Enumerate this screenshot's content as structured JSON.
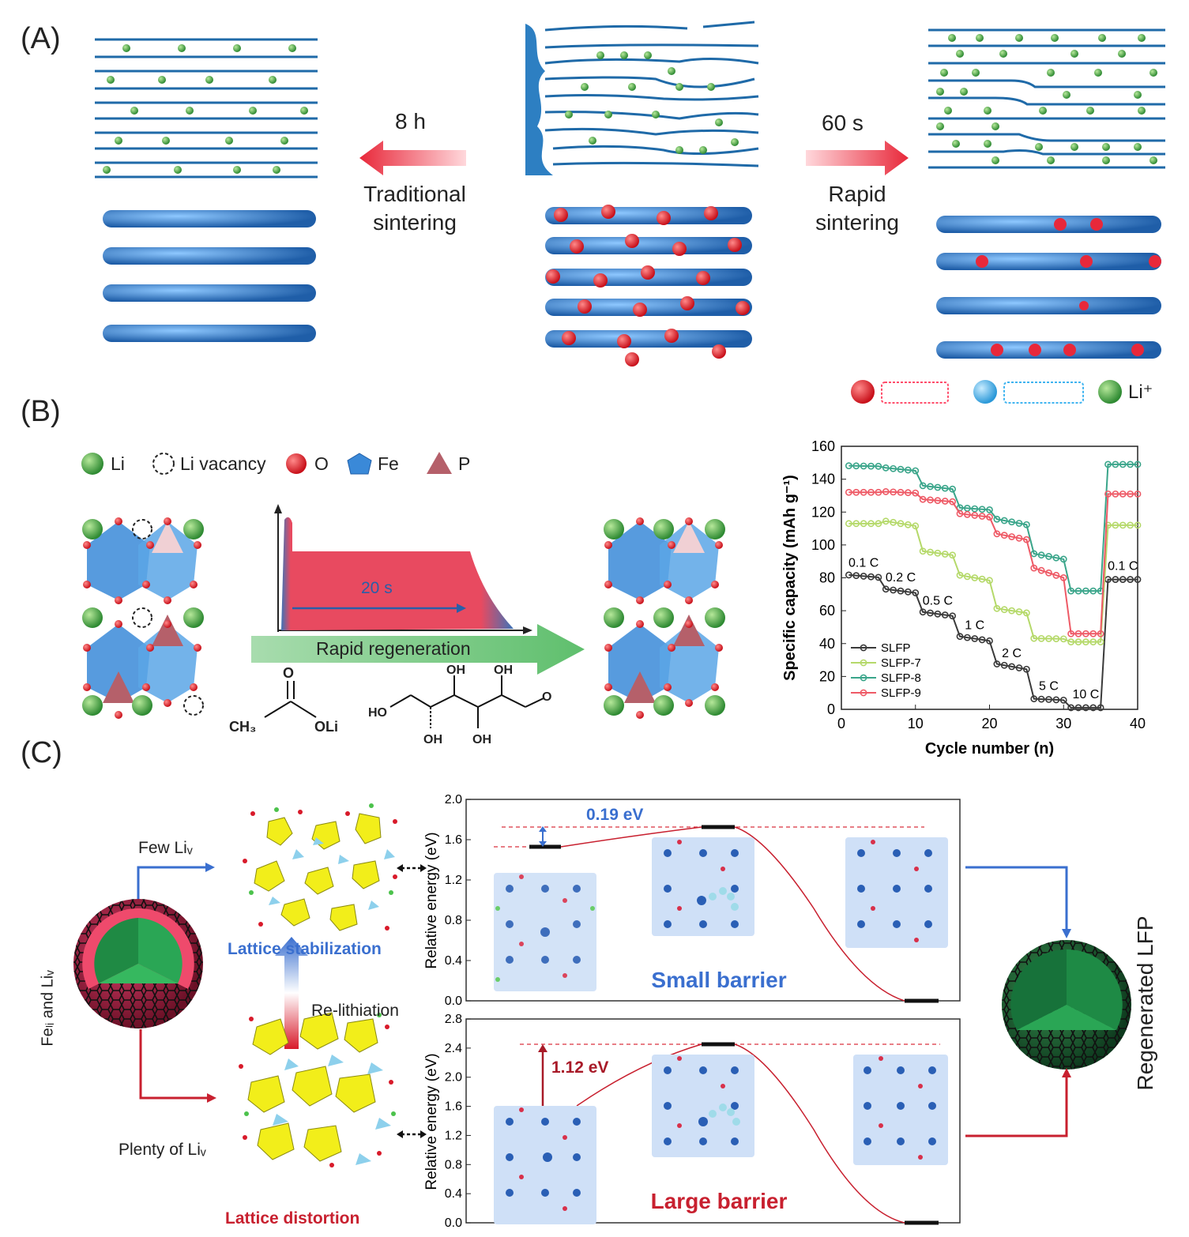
{
  "panels": {
    "a": "(A)",
    "b": "(B)",
    "c": "(C)"
  },
  "panelA": {
    "left_time": "8 h",
    "left_label_1": "Traditional",
    "left_label_2": "sintering",
    "right_time": "60 s",
    "right_label_1": "Rapid",
    "right_label_2": "sintering",
    "legend_li": "Li⁺"
  },
  "panelB": {
    "legend": {
      "li": "Li",
      "li_vacancy": "Li vacancy",
      "o": "O",
      "fe": "Fe",
      "p": "P"
    },
    "pulse_time": "20 s",
    "arrow_label": "Rapid regeneration",
    "chem": {
      "ch3": "CH₃",
      "oli": "OLi",
      "o": "O",
      "ho": "HO",
      "oh": "OH"
    }
  },
  "chart_data": {
    "type": "line",
    "xlabel": "Cycle number (n)",
    "ylabel": "Specific capacity (mAh g⁻¹)",
    "xlim": [
      0,
      40
    ],
    "ylim": [
      0,
      160
    ],
    "xticks": [
      0,
      10,
      20,
      30,
      40
    ],
    "yticks": [
      0,
      20,
      40,
      60,
      80,
      100,
      120,
      140,
      160
    ],
    "legend_position": "bottom-left",
    "rate_labels": [
      "0.1 C",
      "0.2 C",
      "0.5 C",
      "1 C",
      "2 C",
      "5 C",
      "10 C",
      "0.1 C"
    ],
    "series": [
      {
        "name": "SLFP",
        "color": "#3a3a3a",
        "levels": [
          81,
          72,
          58,
          43,
          26,
          6,
          1,
          79
        ]
      },
      {
        "name": "SLFP-7",
        "color": "#b5d96a",
        "levels": [
          113,
          113,
          95,
          80,
          60,
          43,
          41,
          112
        ]
      },
      {
        "name": "SLFP-8",
        "color": "#3aa58a",
        "levels": [
          148,
          146,
          135,
          122,
          114,
          93,
          72,
          149
        ]
      },
      {
        "name": "SLFP-9",
        "color": "#ee5a66",
        "levels": [
          132,
          132,
          127,
          118,
          105,
          83,
          46,
          131
        ]
      }
    ]
  },
  "panelC": {
    "few_liv": "Few Liᵥ",
    "plenty_liv": "Plenty of Liᵥ",
    "feli": "Feₗᵢ and Liᵥ",
    "lattice_stab": "Lattice stabilization",
    "relithiation": "Re-lithiation",
    "lattice_dist": "Lattice distortion",
    "regenerated": "Regenerated LFP",
    "energy_top": {
      "ylabel": "Relative energy (eV)",
      "barrier": "0.19 eV",
      "label": "Small barrier",
      "yticks": [
        "0.0",
        "0.4",
        "0.8",
        "1.2",
        "1.6",
        "2.0"
      ]
    },
    "energy_bottom": {
      "ylabel": "Relative energy (eV)",
      "barrier": "1.12 eV",
      "label": "Large barrier",
      "yticks": [
        "0.0",
        "0.4",
        "0.8",
        "1.2",
        "1.6",
        "2.0",
        "2.4",
        "2.8"
      ]
    }
  }
}
